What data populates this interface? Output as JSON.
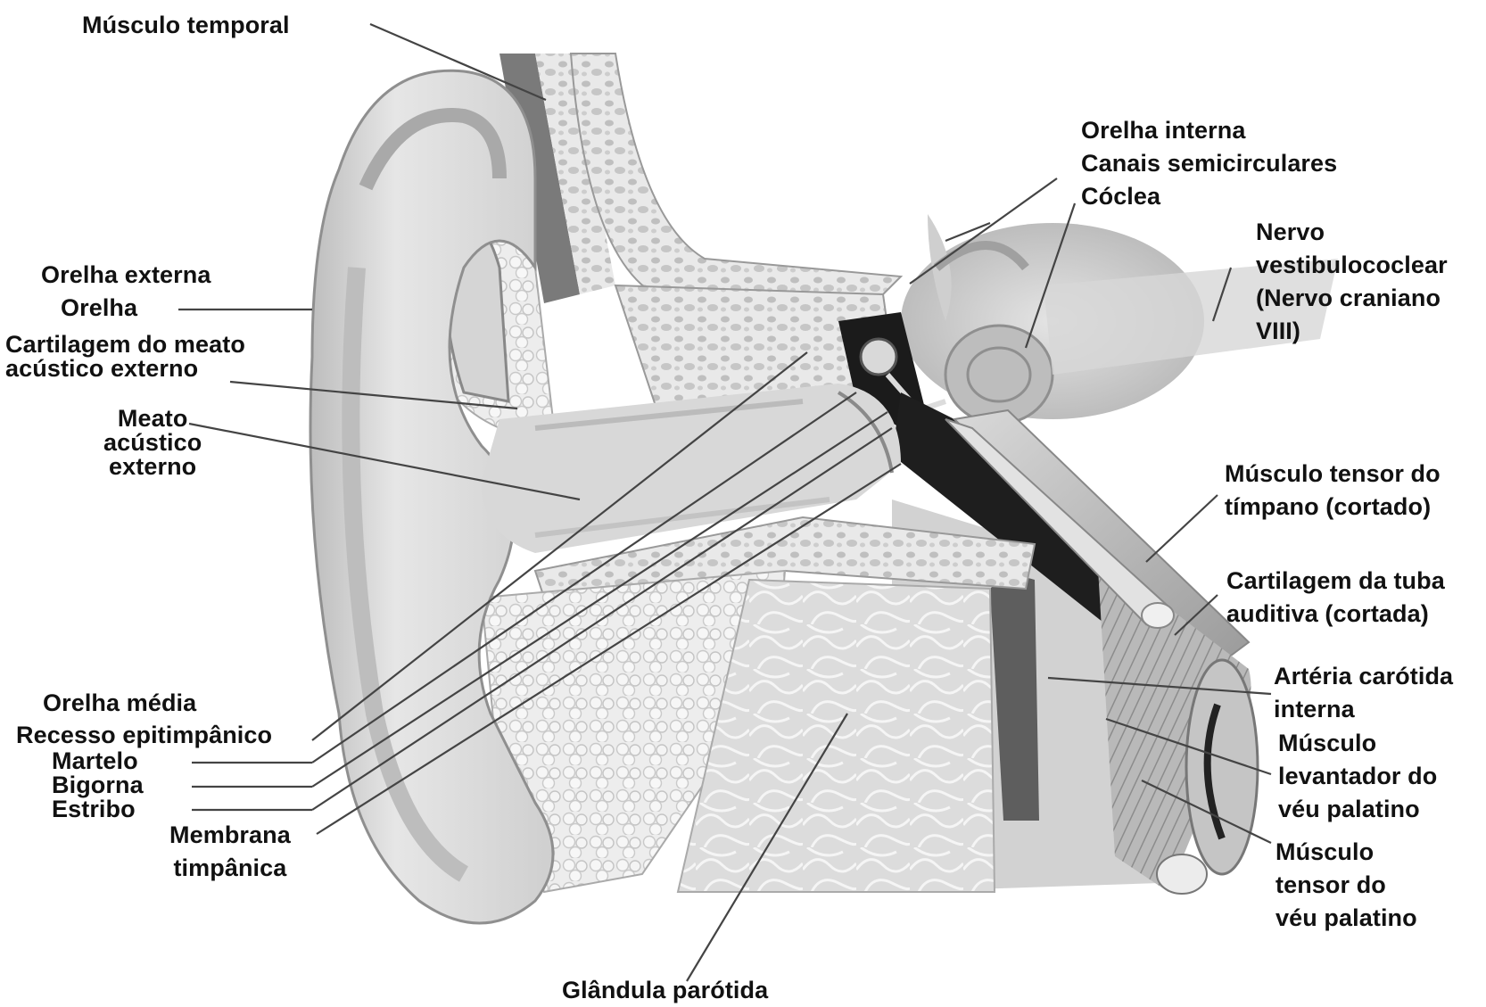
{
  "labels": {
    "musculo_temporal": "Músculo temporal",
    "orelha_externa": "Orelha externa",
    "orelha": "Orelha",
    "cartilagem_meato": [
      "Cartilagem do meato",
      "acústico externo"
    ],
    "meato_acustico": [
      "Meato",
      "acústico",
      "externo"
    ],
    "orelha_interna": "Orelha interna",
    "canais_semicirculares": "Canais semicirculares",
    "coclea": "Cóclea",
    "nervo_vestibulococlear": [
      "Nervo",
      "vestibulococlear",
      "(Nervo craniano",
      "VIII)"
    ],
    "tensor_timpano": [
      "Músculo tensor do",
      "tímpano (cortado)"
    ],
    "cartilagem_tuba": [
      "Cartilagem da tuba",
      "auditiva (cortada)"
    ],
    "arteria_carotida": [
      "Artéria carótida",
      "interna"
    ],
    "levantador_veu": [
      "Músculo",
      "levantador do",
      "véu palatino"
    ],
    "tensor_veu": [
      "Músculo",
      "tensor do",
      "véu palatino"
    ],
    "orelha_media": "Orelha média",
    "recesso_epitimpanico": "Recesso epitimpânico",
    "martelo": "Martelo",
    "bigorna": "Bigorna",
    "estribo": "Estribo",
    "membrana_timpanica": [
      "Membrana",
      "timpânica"
    ],
    "glandula_parotida": "Glândula parótida"
  }
}
